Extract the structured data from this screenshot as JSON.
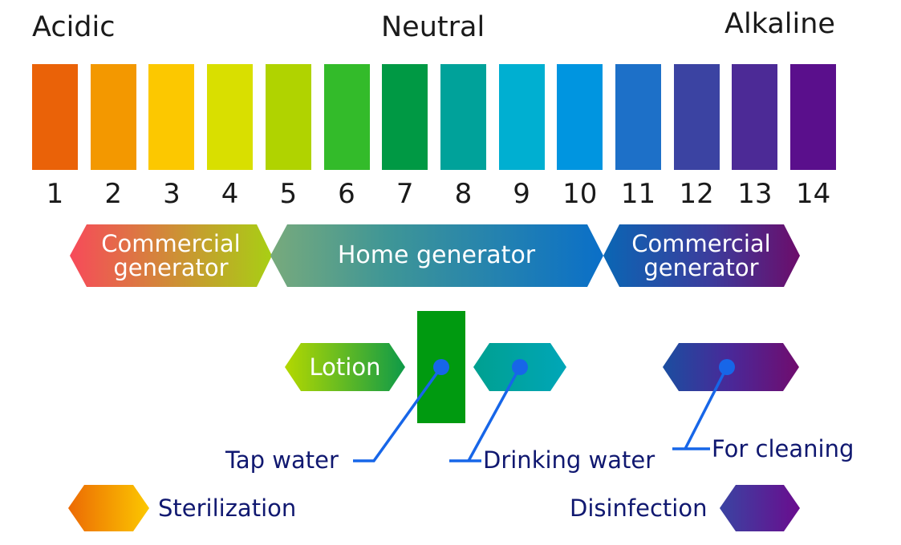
{
  "headers": {
    "acidic": "Acidic",
    "neutral": "Neutral",
    "alkaline": "Alkaline"
  },
  "scale": [
    {
      "value": "1",
      "color": "#ea6208"
    },
    {
      "value": "2",
      "color": "#f39800"
    },
    {
      "value": "3",
      "color": "#fcc800"
    },
    {
      "value": "4",
      "color": "#d9df00"
    },
    {
      "value": "5",
      "color": "#b0d300"
    },
    {
      "value": "6",
      "color": "#33bb2a"
    },
    {
      "value": "7",
      "color": "#009944"
    },
    {
      "value": "8",
      "color": "#00a29a"
    },
    {
      "value": "9",
      "color": "#00afd1"
    },
    {
      "value": "10",
      "color": "#0095e0"
    },
    {
      "value": "11",
      "color": "#1d70c8"
    },
    {
      "value": "12",
      "color": "#3b43a2"
    },
    {
      "value": "13",
      "color": "#4c2a96"
    },
    {
      "value": "14",
      "color": "#5a0f8c"
    }
  ],
  "generators": {
    "acid_line1": "Commercial",
    "acid_line2": "generator",
    "home": "Home generator",
    "alkali_line1": "Commercial",
    "alkali_line2": "generator"
  },
  "uses": {
    "lotion": "Lotion",
    "tap_water": "Tap water",
    "drinking_water": "Drinking water",
    "for_cleaning": "For cleaning",
    "sterilization": "Sterilization",
    "disinfection": "Disinfection"
  },
  "colors": {
    "marker": "#1766e8",
    "label_text": "#101870",
    "tap_water_bar": "#009a10"
  }
}
